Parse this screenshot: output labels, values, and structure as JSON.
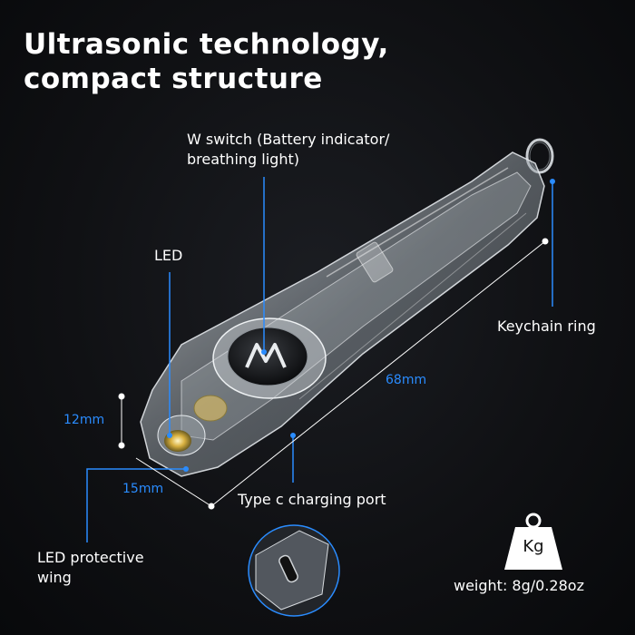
{
  "title": {
    "line1": "Ultrasonic technology,",
    "line2": "compact structure"
  },
  "labels": {
    "switch_line1": "W  switch (Battery indicator/",
    "switch_line2": "breathing light)",
    "led": "LED",
    "keychain": "Keychain ring",
    "type_c": "Type c charging port",
    "wing_line1": "LED protective",
    "wing_line2": "wing"
  },
  "dimensions": {
    "length": "68mm",
    "height": "12mm",
    "width": "15mm"
  },
  "weight": {
    "icon_text": "Kg",
    "text": "weight: 8g/0.28oz"
  },
  "colors": {
    "accent": "#2a8cff",
    "background": "#101114"
  }
}
